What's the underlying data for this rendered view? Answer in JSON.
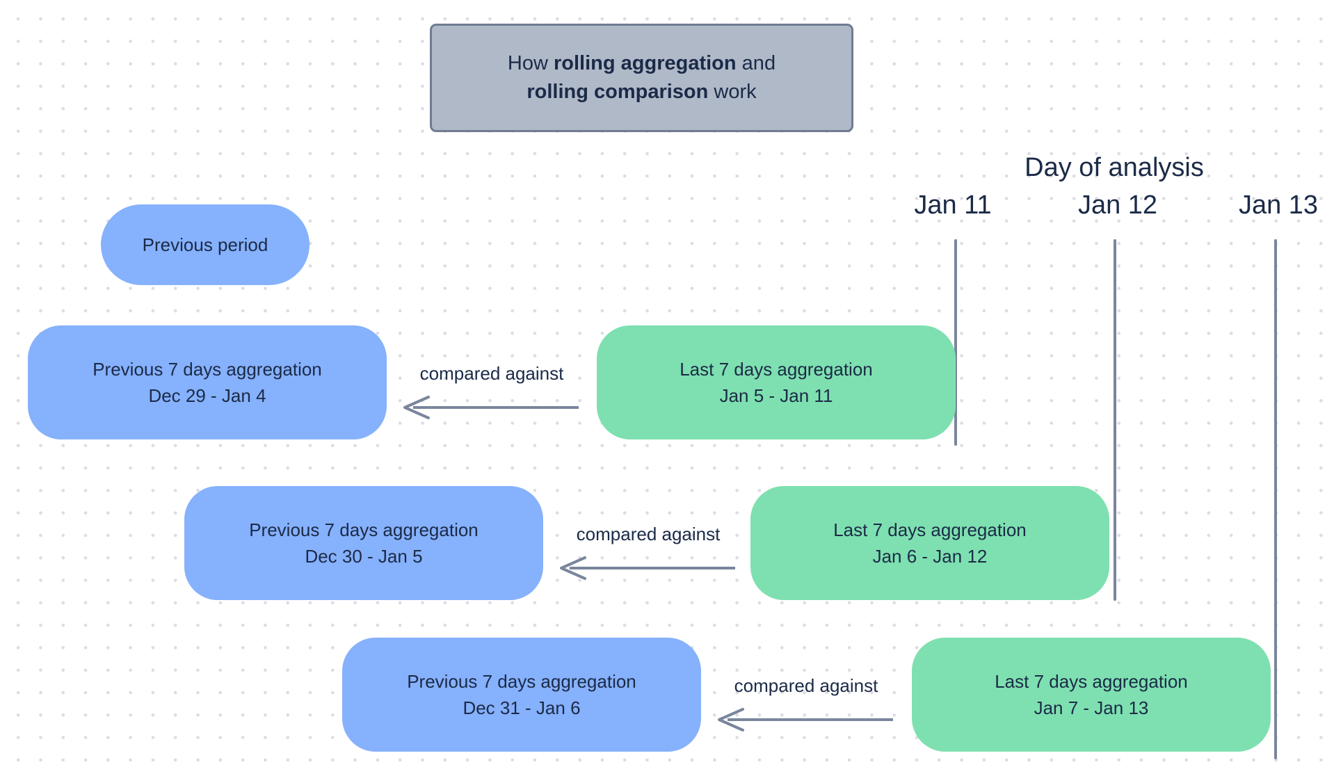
{
  "title": {
    "line1_prefix": "How ",
    "line1_bold": "rolling aggregation",
    "line1_suffix": " and",
    "line2_bold": "rolling comparison",
    "line2_suffix": " work"
  },
  "analysis": {
    "header": "Day of analysis",
    "days": [
      "Jan 11",
      "Jan 12",
      "Jan 13"
    ]
  },
  "legend": {
    "previous_period": "Previous period"
  },
  "connector_label": "compared against",
  "rows": [
    {
      "previous_title": "Previous 7 days aggregation",
      "previous_range": "Dec 29 - Jan 4",
      "last_title": "Last 7 days aggregation",
      "last_range": "Jan 5 - Jan 11",
      "connector": "compared against"
    },
    {
      "previous_title": "Previous 7 days aggregation",
      "previous_range": "Dec 30 - Jan 5",
      "last_title": "Last 7 days aggregation",
      "last_range": "Jan 6 - Jan 12",
      "connector": "compared against"
    },
    {
      "previous_title": "Previous 7 days aggregation",
      "previous_range": "Dec 31 - Jan 6",
      "last_title": "Last 7 days aggregation",
      "last_range": "Jan 7 - Jan 13",
      "connector": "compared against"
    }
  ],
  "colors": {
    "previous_fill": "#86b1fc",
    "last_fill": "#7ee0b0",
    "title_fill": "#b0b9c8",
    "title_border": "#6e7b91",
    "text": "#1b2a47",
    "marker_line": "#79869c",
    "grid_dot": "#dcdce3",
    "background": "#ffffff"
  }
}
